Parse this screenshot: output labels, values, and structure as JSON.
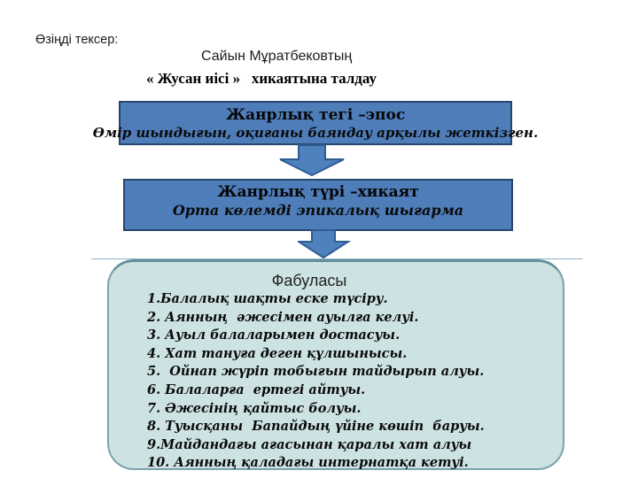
{
  "header": {
    "check_label": "Өзіңді тексер:",
    "author": "Сайын Мұратбековтың",
    "title": "« Жусан иісі »   хикаятына талдау"
  },
  "flow": {
    "box1": {
      "title": "Жанрлық тегі –эпос",
      "subtitle": "Өмір шындығын, оқиғаны баяндау арқылы жеткізген."
    },
    "box2": {
      "title": "Жанрлық түрі –хикаят",
      "subtitle": "Орта көлемді эпикалық шығарма"
    }
  },
  "fabula": {
    "title": "Фабуласы",
    "items": [
      "1.Балалық шақты еске түсіру.",
      "2. Аянның  әжесімен ауылға келуі.",
      "3. Ауыл балаларымен достасуы.",
      "4. Хат тануға деген құлшынысы.",
      "5.  Ойнап жүріп тобығын тайдырып алуы.",
      "6. Балаларға  ертегі айтуы.",
      "7. Әжесінің қайтыс болуы.",
      "8. Туысқаны  Бапайдың үйіне көшіп  баруы.",
      "9.Майдандағы ағасынан қаралы хат алуы",
      "10. Аянның қаладағы интернатқа кетуі."
    ]
  },
  "colors": {
    "box_fill": "#4e7db9",
    "box_border": "#27466f",
    "arrow_fill": "#4f81bd",
    "arrow_border": "#2f5b94",
    "panel_fill": "#cde2e2",
    "panel_border": "#7da2aa",
    "divider": "#8fb0c9"
  }
}
